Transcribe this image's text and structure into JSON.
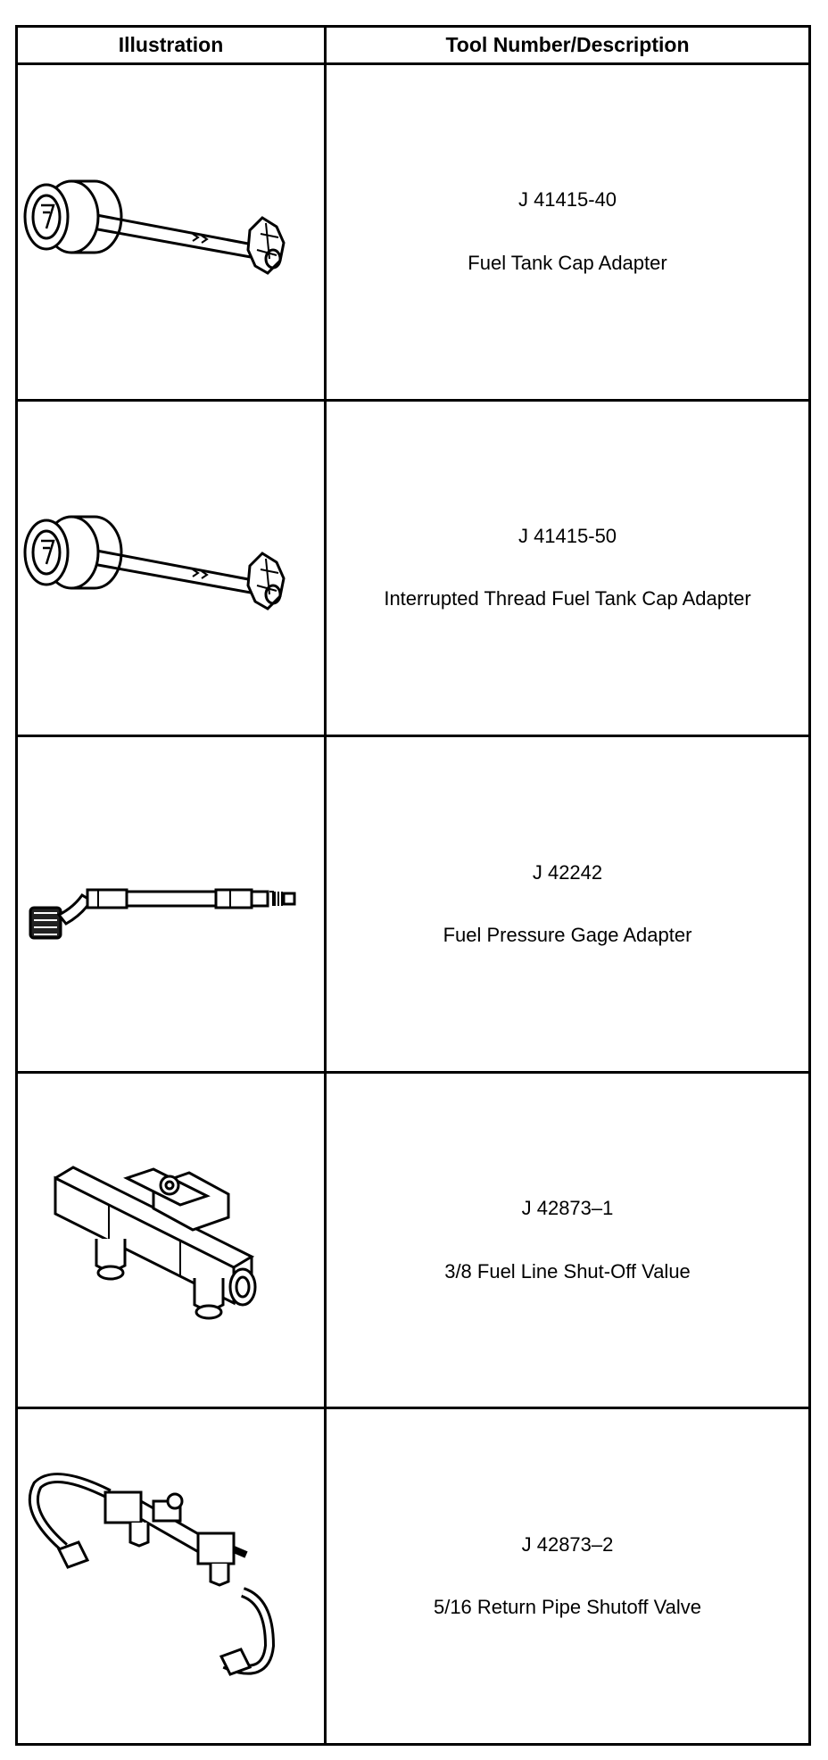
{
  "table": {
    "headers": {
      "illustration": "Illustration",
      "tool": "Tool Number/Description"
    },
    "rows": [
      {
        "tool_number": "J 41415-40",
        "description": "Fuel Tank Cap Adapter",
        "illustration_icon": "fuel-tank-cap-adapter-icon"
      },
      {
        "tool_number": "J 41415-50",
        "description": "Interrupted Thread Fuel Tank Cap Adapter",
        "illustration_icon": "interrupted-thread-cap-adapter-icon"
      },
      {
        "tool_number": "J 42242",
        "description": "Fuel Pressure Gage Adapter",
        "illustration_icon": "fuel-pressure-gage-adapter-icon"
      },
      {
        "tool_number": "J 42873–1",
        "description": "3/8 Fuel Line Shut-Off Value",
        "illustration_icon": "fuel-line-shutoff-valve-icon"
      },
      {
        "tool_number": "J 42873–2",
        "description": "5/16 Return Pipe Shutoff Valve",
        "illustration_icon": "return-pipe-shutoff-valve-icon"
      }
    ]
  }
}
